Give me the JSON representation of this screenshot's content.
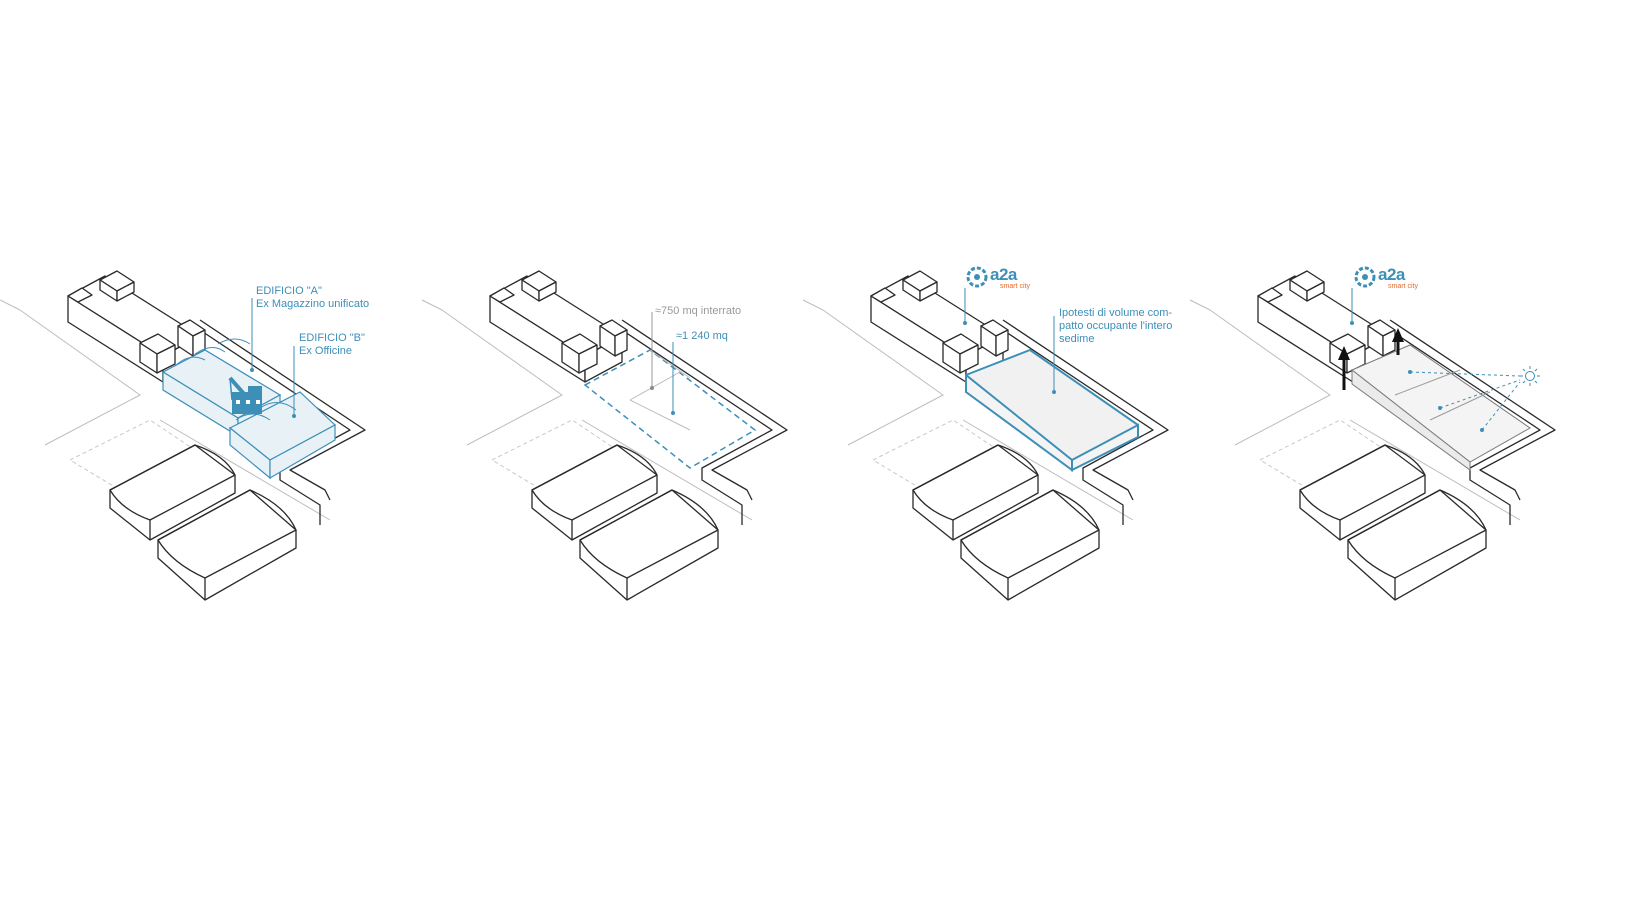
{
  "panels": [
    {
      "labels": [
        {
          "line1": "EDIFICIO \"A\"",
          "line2": "Ex Magazzino unificato"
        },
        {
          "line1": "EDIFICIO \"B\"",
          "line2": "Ex Officine"
        }
      ]
    },
    {
      "labels": [
        {
          "text": "≈750 mq interrato"
        },
        {
          "text": "≈1 240 mq"
        }
      ]
    },
    {
      "logo": {
        "word": "a2a",
        "sub": "smart city"
      },
      "labels": [
        {
          "line1": "Ipotesti di volume com-",
          "line2": "patto occupante l'intero",
          "line3": "sedime"
        }
      ]
    },
    {
      "logo": {
        "word": "a2a",
        "sub": "smart city"
      }
    }
  ],
  "icons": [
    "crane-icon",
    "sun-icon",
    "up-arrow-icon"
  ],
  "colors": {
    "accent": "#3d8fb8",
    "logo_sub": "#e56a2c",
    "line": "#2a2a2a"
  }
}
